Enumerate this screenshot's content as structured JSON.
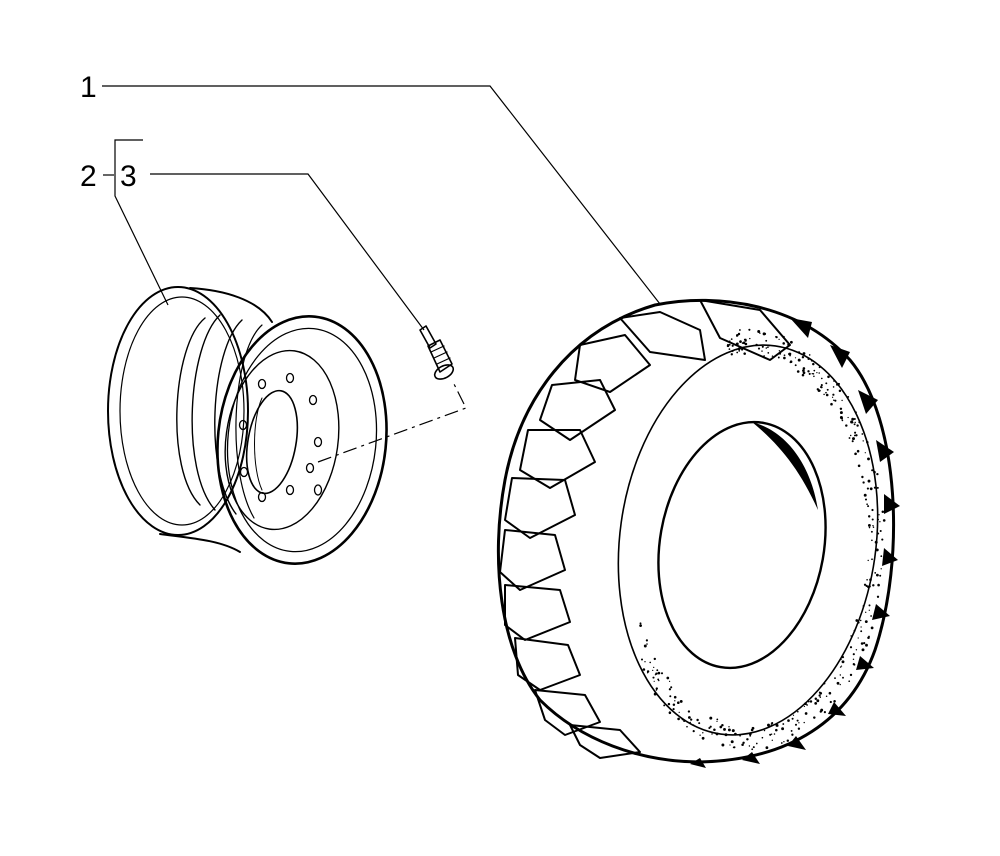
{
  "callouts": {
    "tyre": "1",
    "wheel_rim": "2",
    "valve": "3"
  },
  "colors": {
    "ink": "#000000",
    "paper": "#ffffff"
  }
}
